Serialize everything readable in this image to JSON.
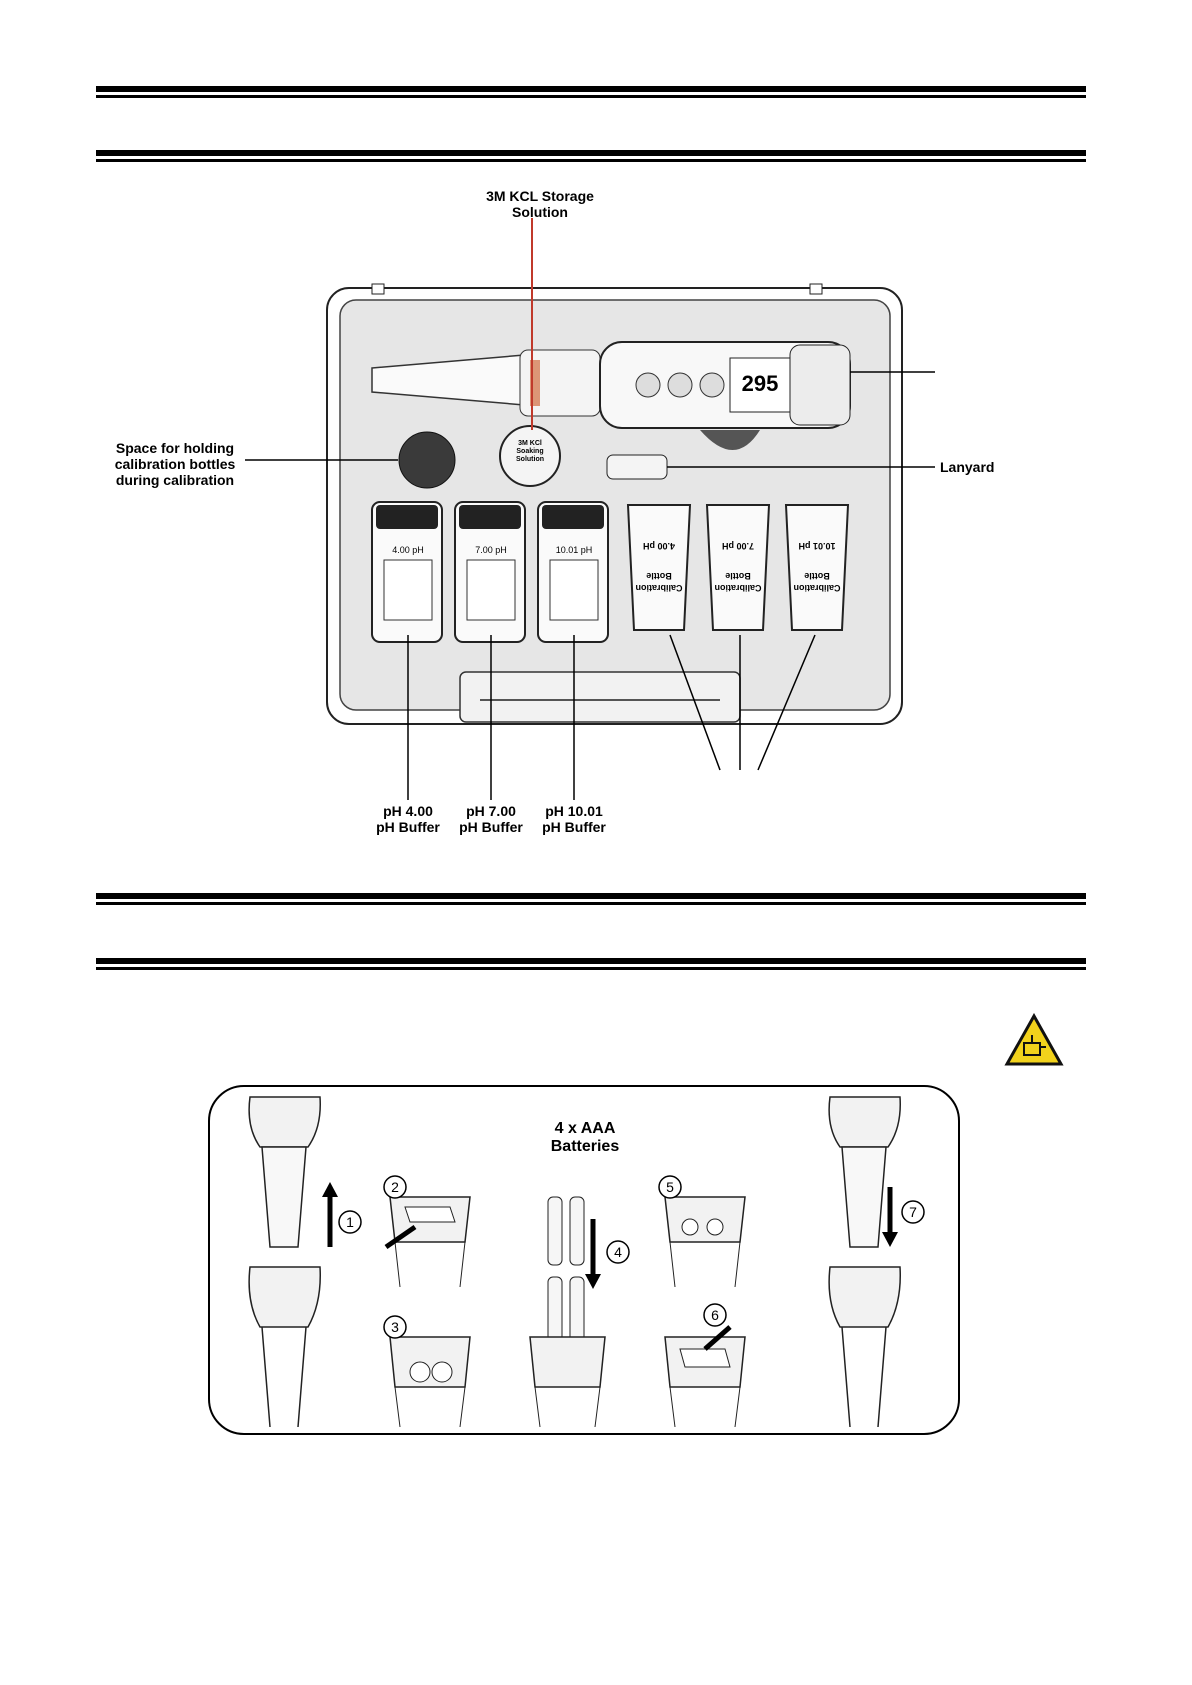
{
  "kit": {
    "storage_solution_label_line1": "3M KCL Storage",
    "storage_solution_label_line2": "Solution",
    "space_label_line1": "Space for holding",
    "space_label_line2": "calibration bottles",
    "space_label_line3": "during calibration",
    "lanyard_label": "Lanyard",
    "cap_text_line1": "3M KCl",
    "cap_text_line2": "Soaking",
    "cap_text_line3": "Solution",
    "buffers": [
      {
        "bottle_text": "4.00 pH",
        "label_line1": "pH 4.00",
        "label_line2": "pH Buffer"
      },
      {
        "bottle_text": "7.00 pH",
        "label_line1": "pH 7.00",
        "label_line2": "pH Buffer"
      },
      {
        "bottle_text": "10.01 pH",
        "label_line1": "pH 10.01",
        "label_line2": "pH Buffer"
      }
    ],
    "calibration_bottles": [
      {
        "line1": "Calibration",
        "line2": "Bottle",
        "line3": "4.00 pH"
      },
      {
        "line1": "Calibration",
        "line2": "Bottle",
        "line3": "7.00 pH"
      },
      {
        "line1": "Calibration",
        "line2": "Bottle",
        "line3": "10.01 pH"
      }
    ],
    "meter_display_value": "295"
  },
  "battery": {
    "title_line1": "4 x AAA",
    "title_line2": "Batteries",
    "steps": [
      "1",
      "2",
      "3",
      "4",
      "5",
      "6",
      "7"
    ]
  },
  "colors": {
    "warning_yellow": "#f2d21c",
    "case_gray": "#d9d9d9",
    "lid_dark": "#333333"
  }
}
